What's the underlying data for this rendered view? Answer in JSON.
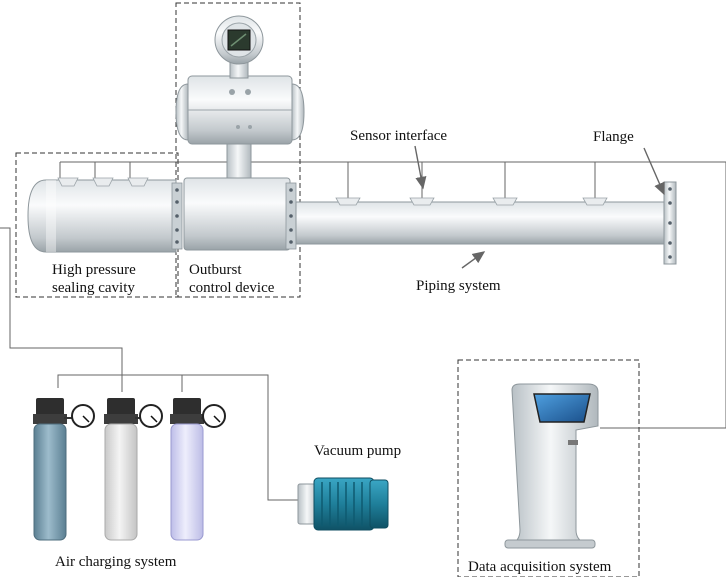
{
  "labels": {
    "sealing_cavity": [
      "High pressure",
      "sealing cavity"
    ],
    "outburst_device": [
      "Outburst",
      "control device"
    ],
    "sensor_interface": "Sensor interface",
    "flange": "Flange",
    "piping_system": "Piping system",
    "vacuum_pump": "Vacuum pump",
    "air_charging": "Air charging system",
    "data_acquisition": "Data acquisition system"
  },
  "colors": {
    "metal_light": "#f2f4f5",
    "metal_mid": "#c5cbcf",
    "metal_dark": "#8e979c",
    "pump_blue": "#1f7f9a",
    "screen_blue": "#2a6fb3",
    "cylinder_1": "#7fa2b4",
    "cylinder_2": "#dcdcdc",
    "cylinder_3": "#d8d8f4",
    "line": "#555555"
  },
  "icons": [
    "pressure-gauge-icon",
    "arrow-icon"
  ]
}
